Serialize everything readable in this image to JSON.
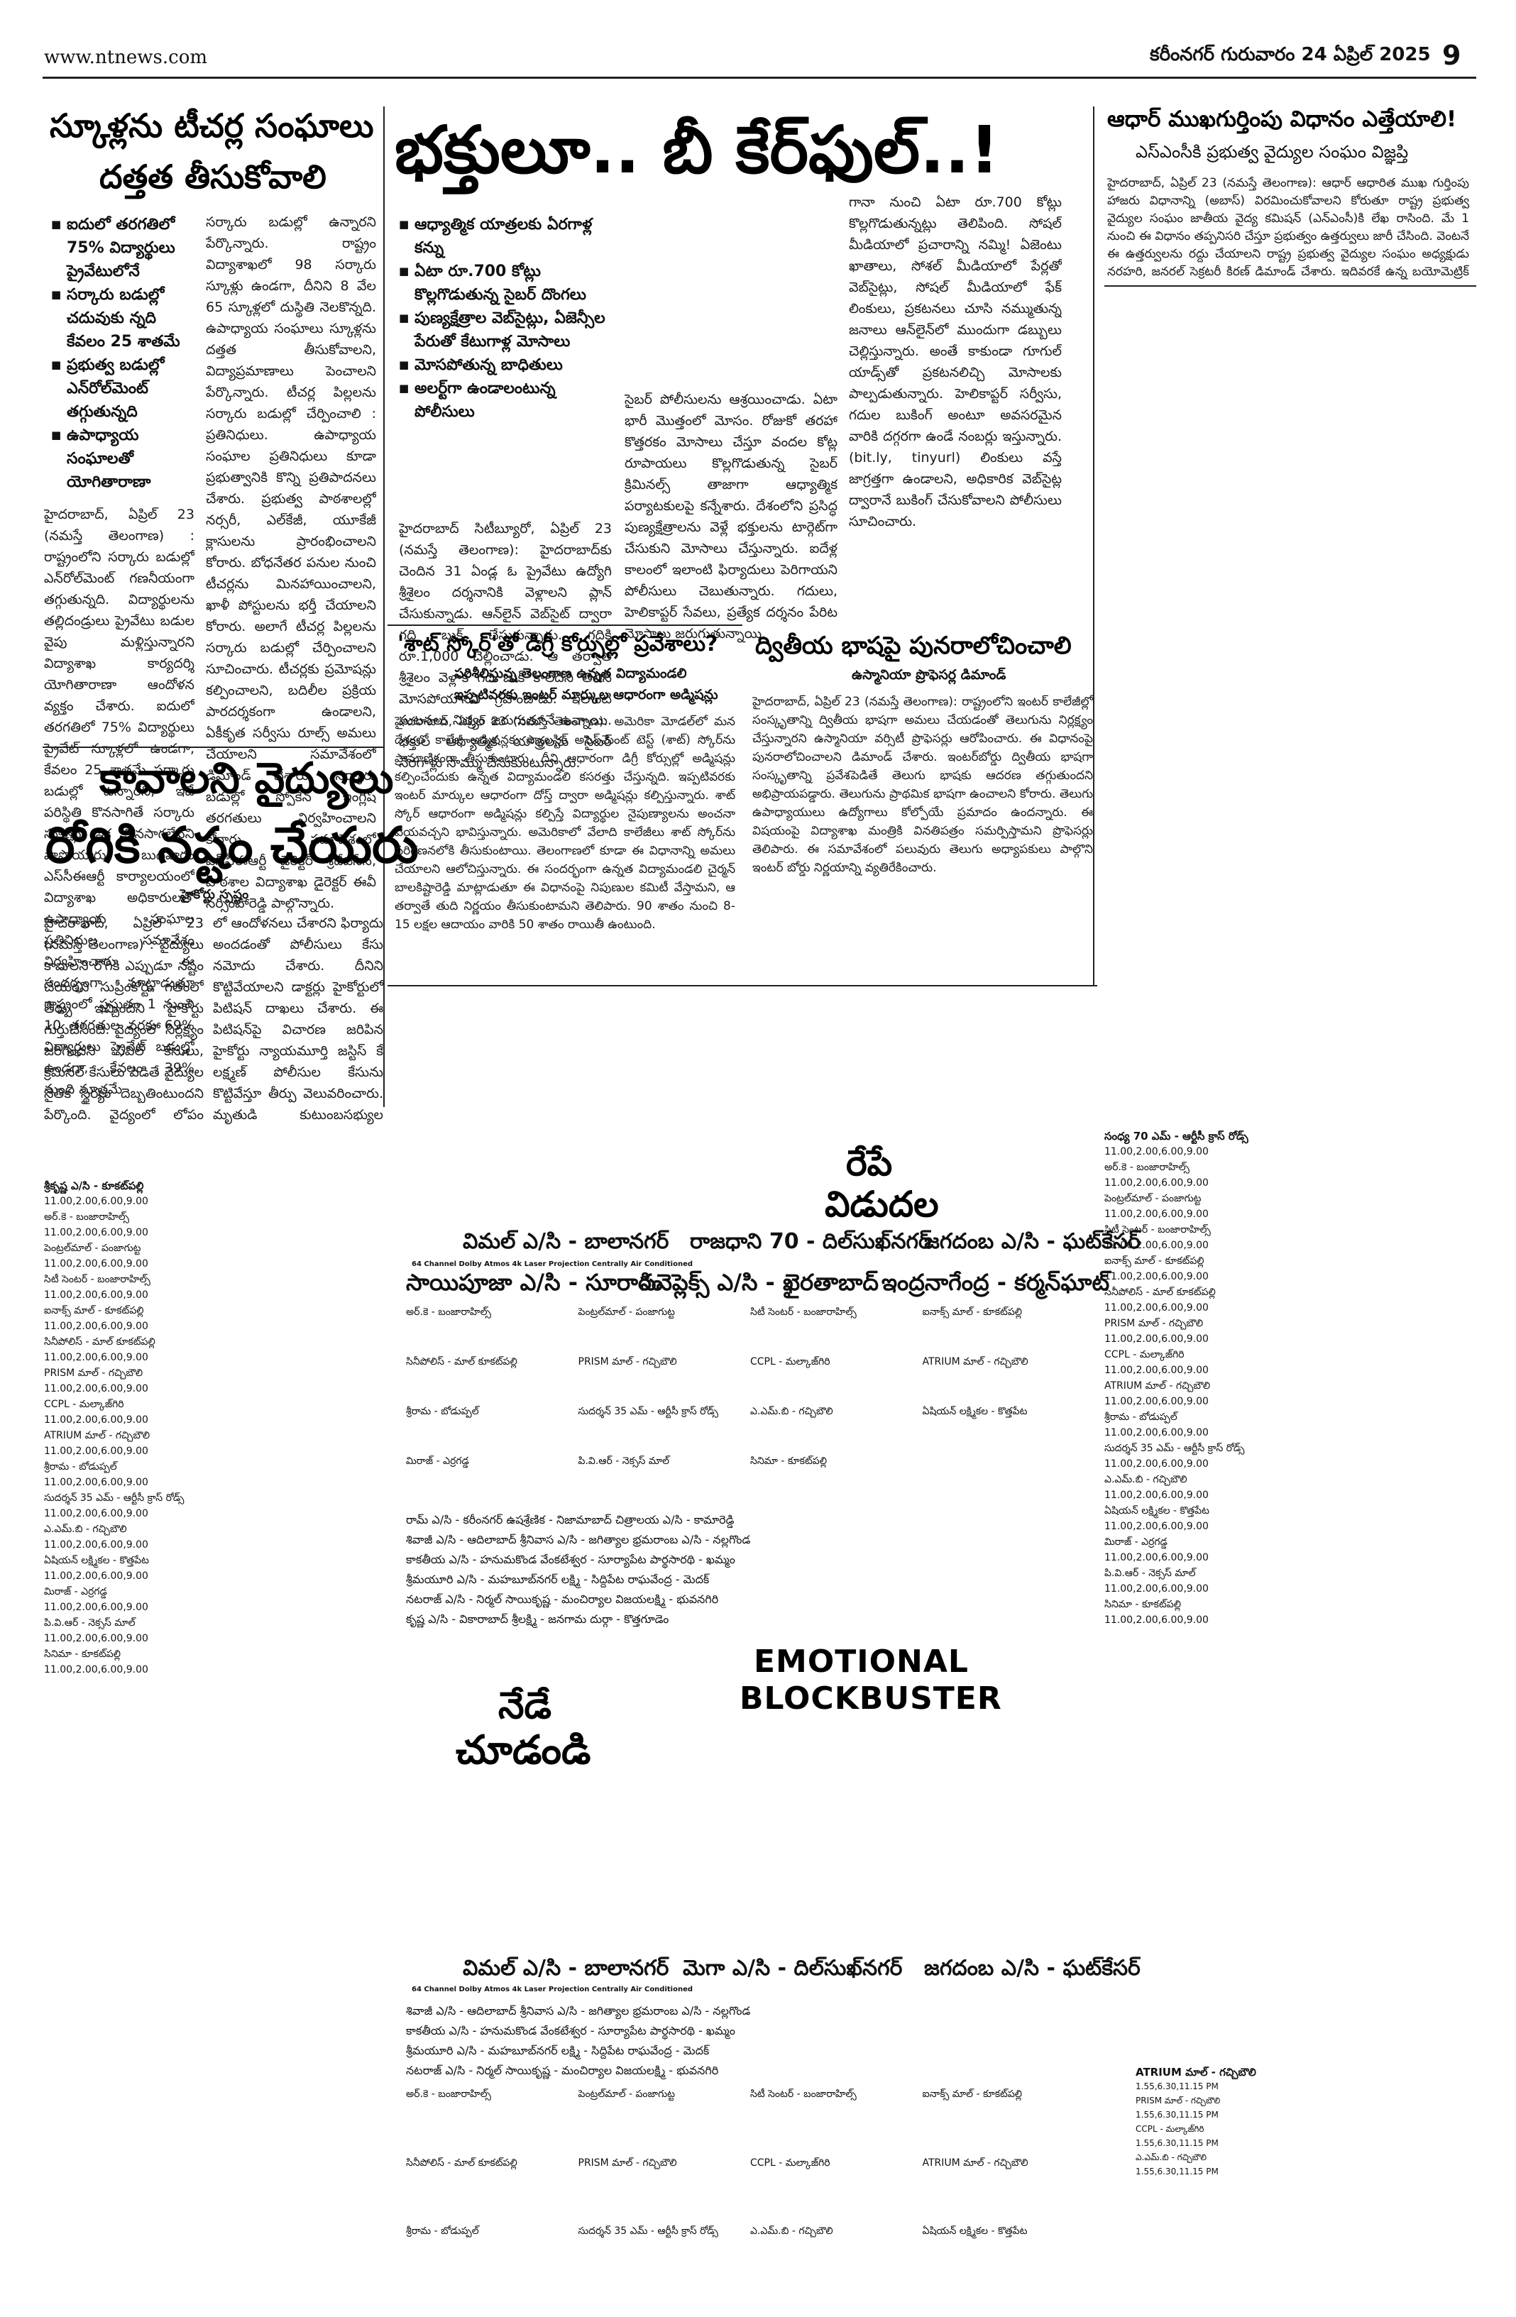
{
  "masthead": {
    "site": "www.ntnews.com",
    "dateline": "కరీంనగర్ గురువారం 24 ఏప్రిల్ 2025",
    "page_no": "9"
  },
  "story_schools": {
    "headline_1": "స్కూళ్లను టీచర్ల సంఘాలు",
    "headline_2": "దత్తత తీసుకోవాలి",
    "bullets": [
      "ఐదులో తరగతిలో 75% విద్యార్థులు ప్రైవేటులోనే",
      "సర్కారు బడుల్లో చదువుకు న్నది కేవలం 25 శాతమే",
      "ప్రభుత్వ బడుల్లో ఎన్‌రోల్‌మెంట్ తగ్గుతున్నది",
      "ఉపాధ్యాయ సంఘాలతో యోగితారాణా"
    ],
    "col1": "హైదరాబాద్, ఏప్రిల్ 23 (నమస్తే తెలంగాణ) : రాష్ట్రంలోని సర్కారు బడుల్లో ఎన్‌రోల్‌మెంట్ గణనీయంగా తగ్గుతున్నది. విద్యార్థులను తల్లిదండ్రులు ప్రైవేటు బడుల వైపు మళ్లిస్తున్నారని విద్యాశాఖ కార్యదర్శి యోగితారాణా ఆందోళన వ్యక్తం చేశారు. ఐదులో తరగతిలో 75% విద్యార్థులు ప్రైవేట్ స్కూళ్లలో ఉండగా, కేవలం 25 శాతమే సర్కారు బడుల్లో ఉన్నారని, ఇదే పరిస్థితి కొనసాగితే సర్కారు స్కూళ్లు ఇక కొనసాగలేవని వాపోయారు. బుధవారం ఎస్‌సీఈఆర్టీ కార్యాలయంలో విద్యాశాఖ అధికారులతో ఉపాధ్యాయ సంఘాల ప్రతినిధుల సమావేశం నిర్వహించారు. ఈ సందర్భంగా మాట్లాడుతూ రాష్ట్రంలో ప్రస్తుతం 1 నుంచి 10 తరగతుల వరకు 69% విద్యార్థులు ప్రైవేట్ బడుల్లో ఉండగా, కేవలం 39% మంది మాత్రమే",
    "col2": "సర్కారు బడుల్లో ఉన్నారని పేర్కొన్నారు. రాష్ట్రం విద్యాశాఖలో 98 సర్కారు స్కూళ్లు ఉండగా, దీనిని 8 వేల 65 స్కూళ్లలో దుస్థితి నెలకొన్నది. ఉపాధ్యాయ సంఘాలు స్కూళ్లను దత్తత తీసుకోవాలని, విద్యాప్రమాణాలు పెంచాలని పేర్కొన్నారు. టీచర్ల పిల్లలను సర్కారు బడుల్లో చేర్పించాలి : ప్రతినిధులు. ఉపాధ్యాయ సంఘాల ప్రతినిధులు కూడా ప్రభుత్వానికి కొన్ని ప్రతిపాదనలు చేశారు. ప్రభుత్వ పాఠశాలల్లో నర్సరీ, ఎల్‌కేజీ, యూకేజీ క్లాసులను ప్రారంభించాలని కోరారు. బోధనేతర పనుల నుంచి టీచర్లను మినహాయించాలని, ఖాళీ పోస్టులను భర్తీ చేయాలని కోరారు. అలాగే టీచర్ల పిల్లలను సర్కారు బడుల్లో చేర్పించాలని సూచించారు. టీచర్లకు ప్రమోషన్లు కల్పించాలని, బదిలీల ప్రక్రియ పారదర్శకంగా ఉండాలని, ఏకీకృత సర్వీసు రూల్స్ అమలు చేయాలని సమావేశంలో డిమాండ్ చేశారు. సర్కారు బడుల్లో స్పోకెన్ ఇంగ్లిష్ తరగతులు నిర్వహించాలని కోరారు. సమావేశంలో ఎస్‌సీఈఆర్టీ డైరెక్టర్ శ్రీదేవసేన, పాఠశాల విద్యాశాఖ డైరెక్టర్ ఈవీ నర్సింహారెడ్డి పాల్గొన్నారు."
  },
  "story_devotees": {
    "headline": "భక్తులూ.. బీ కేర్‌ఫుల్..!",
    "bullets": [
      "ఆధ్యాత్మిక యాత్రలకు ఏరగాళ్ల కన్ను",
      "ఏటా రూ.700 కోట్లు కొల్లగొడుతున్న సైబర్ దొంగలు",
      "పుణ్యక్షేత్రాల వెబ్‌సైట్లు, ఏజెన్సీల పేరుతో కేటుగాళ్ల మోసాలు",
      "మోసపోతున్న బాధితులు",
      "అలర్ట్‌గా ఉండాలంటున్న పోలీసులు"
    ],
    "col1": "హైదరాబాద్ సిటీబ్యూరో, ఏప్రిల్ 23 (నమస్తే తెలంగాణ): హైదరాబాద్‌కు చెందిన 31 ఏండ్ల ఓ ప్రైవేటు ఉద్యోగి శ్రీశైలం దర్శనానికి వెళ్లాలని ప్లాన్ చేసుకున్నాడు. ఆన్‌లైన్ వెబ్‌సైట్ ద్వారా గది బుక్ చేసుకున్నాడు. గదికి రూ.1,000 చెల్లించాడు. ఆ తర్వాత శ్రీశైలం వెళ్లాక గది బుక్ కాలేదని తెలిసి మోసపోయానని గ్రహించాడు. ఇలాంటి ఘటనలు నిత్యం జరుగుతూనే ఉన్నాయి. భక్తుల ఆధ్యాత్మిక యాత్రలను సైబర్ నేరగాళ్లు సొమ్ము చేసుకుంటున్నారు.",
    "col2": "సైబర్ పోలీసులను ఆశ్రయించాడు. ఏటా భారీ మొత్తంలో మోసం. రోజుకో తరహా కొత్తరకం మోసాలు చేస్తూ వందల కోట్ల రూపాయలు కొల్లగొడుతున్న సైబర్ క్రిమినల్స్ తాజాగా ఆధ్యాత్మిక పర్యాటకులపై కన్నేశారు. దేశంలోని ప్రసిద్ధ పుణ్యక్షేత్రాలను వెళ్లే భక్తులను టార్గెట్‌గా చేసుకుని మోసాలు చేస్తున్నారు. ఐదేళ్ల కాలంలో ఇలాంటి ఫిర్యాదులు పెరిగాయని పోలీసులు చెబుతున్నారు. గదులు, హెలికాప్టర్ సేవలు, ప్రత్యేక దర్శనం పేరిట మోసాలు జరుగుతున్నాయి.",
    "col3": "గానా నుంచి ఏటా రూ.700 కోట్లు కొల్లగొడుతున్నట్లు తెలిపింది. సోషల్ మీడియాలో ప్రచారాన్ని నమ్మి! ఏజెంటు ఖాతాలు, సోశల్ మీడియాలో పేర్లతో వెబ్‌సైట్లు, సోషల్ మీడియాలో ఫేక్ లింకులు, ప్రకటనలు చూసి నమ్ముతున్న జనాలు ఆన్‌లైన్‌లో ముందుగా డబ్బులు చెల్లిస్తున్నారు. అంతే కాకుండా గూగుల్ యాడ్స్‌తో ప్రకటనలిచ్చి మోసాలకు పాల్పడుతున్నారు. హెలికాప్టర్ సర్వీసు, గదుల బుకింగ్ అంటూ అవసరమైన వారికి దగ్గరగా ఉండే నంబర్లు ఇస్తున్నారు. (bit.ly, tinyurl) లింకులు వస్తే జాగ్రత్తగా ఉండాలని, అధికారిక వెబ్‌సైట్ల ద్వారానే బుకింగ్ చేసుకోవాలని పోలీసులు సూచించారు."
  },
  "story_aadhaar": {
    "headline": "ఆధార్ ముఖగుర్తింపు విధానం ఎత్తేయాలి!",
    "subhead": "ఎస్‌ఎంసీకి ప్రభుత్వ వైద్యుల సంఘం విజ్ఞప్తి",
    "body": "హైదరాబాద్, ఏప్రిల్ 23 (నమస్తే తెలంగాణ): ఆధార్ ఆధారిత ముఖ గుర్తింపు హాజరు విధానాన్ని (అబాస్) విరమించుకోవాలని కోరుతూ రాష్ట్ర ప్రభుత్వ వైద్యుల సంఘం జాతీయ వైద్య కమిషన్ (ఎన్‌ఎంసీ)కి లేఖ రాసింది. మే 1 నుంచి ఈ విధానం తప్పనిసరి చేస్తూ ప్రభుత్వం ఉత్తర్వులు జారీ చేసింది. వెంటనే ఈ ఉత్తర్వులను రద్దు చేయాలని రాష్ట్ర ప్రభుత్వ వైద్యుల సంఘం అధ్యక్షుడు నరహరి, జనరల్ సెక్రటరీ కిరణ్ డిమాండ్ చేశారు. ఇదివరకే ఉన్న బయోమెట్రిక్ విధానాన్నే కొనసాగించాలని కోరారు. ఈ విధానం వల్ల వైద్యులు ఇబ్బందులు పడతారని పేర్కొన్నారు."
  },
  "story_doctors": {
    "headline_1": "కావాలని వైద్యులు",
    "headline_2": "రోగికి నష్టం చేయరు",
    "byline": "హైకోర్టు స్పష్టం",
    "col1": "హైదరాబాద్, ఏప్రిల్ 23 (నమస్తే తెలంగాణ) : వైద్యులు కావాలని రోగికి ఎప్పుడూ నష్టం చేయరని సుప్రీంకోర్టు గతంలో తీర్పు ఇచ్చిందని హైకోర్టు గుర్తుచేసింది. వైద్యంలో నిర్లక్ష్యం జరిగిందని సివిల్ కేసులు, క్రిమినల్ కేసులు పెడితే వైద్యుల నైతిక స్థైర్యం దెబ్బతింటుందని పేర్కొంది. వైద్యంలో లోపం ఉందని నిర్ధారించేందుకు వైద్య నిపుణుల కమిటీ నివేదిక తప్పనిసరి అని స్పష్టం చేసింది. 2009 నవంబర్‌లో మరణించిన రోగి కేసులో",
    "col2": "లో ఆందోళనలు చేశారని ఫిర్యాదు అందడంతో పోలీసులు కేసు నమోదు చేశారు. దీనిని కొట్టివేయాలని డాక్టర్లు హైకోర్టులో పిటిషన్ దాఖలు చేశారు. ఈ పిటిషన్‌పై విచారణ జరిపిన హైకోర్టు న్యాయమూర్తి జస్టిస్ కే లక్ష్మణ్ పోలీసుల కేసును కొట్టివేస్తూ తీర్పు వెలువరించారు. మృతుడి కుటుంబసభ్యుల ఫిర్యాదు మేరకు నమోదు చేసిన కేసులో డాక్టర్ల తప్పు ఉన్నట్టు ఆధారాలు లేవని కోర్టు తేల్చింది. విచారణ జరిపిన కోర్టు పిటిషనర్లపై కేసును కొట్టివేస్తూ తీర్పు చెప్పింది."
  },
  "story_sat": {
    "headline": "'శాట్ స్కోర్'తో డిగ్రీ కోర్సుల్లో ప్రవేశాలు?",
    "subhead_1": "పరిశీలిస్తున్న తెలంగాణ ఉన్నత విద్యామండలి",
    "subhead_2": "ఇప్పటివరకు ఇంటర్ మార్కుల ఆధారంగా అడ్మిషన్లు",
    "body": "హైదరాబాద్, ఏప్రిల్ 23 (నమస్తే తెలంగాణ): అమెరికా మోడల్‌లో మన దేశంలో కాలేజీ అడ్మిషన్లకు స్కాలస్టిక్ అసెస్‌మెంట్ టెస్ట్ (శాట్) స్కోర్‌ను ప్రామాణికంగా తీసుకుంటారు. దీని ఆధారంగా డిగ్రీ కోర్సుల్లో అడ్మిషన్లు కల్పించేందుకు ఉన్నత విద్యామండలి కసరత్తు చేస్తున్నది. ఇప్పటివరకు ఇంటర్ మార్కుల ఆధారంగా దోస్త్ ద్వారా అడ్మిషన్లు కల్పిస్తున్నారు. శాట్ స్కోర్ ఆధారంగా అడ్మిషన్లు కల్పిస్తే విద్యార్థుల నైపుణ్యాలను అంచనా వేయవచ్చని భావిస్తున్నారు. అమెరికాలో వేలాది కాలేజీలు శాట్ స్కోర్‌ను పరిగణనలోకి తీసుకుంటాయి. తెలంగాణలో కూడా ఈ విధానాన్ని అమలు చేయాలని ఆలోచిస్తున్నారు. ఈ సందర్భంగా ఉన్నత విద్యామండలి చైర్మన్ బాలకిష్టారెడ్డి మాట్లాడుతూ ఈ విధానంపై నిపుణుల కమిటీ వేస్తామని, ఆ తర్వాతే తుది నిర్ణయం తీసుకుంటామని తెలిపారు. 90 శాతం నుంచి 8-15 లక్షల ఆదాయం వారికి 50 శాతం రాయితీ ఉంటుంది."
  },
  "story_language": {
    "headline": "ద్వితీయ భాషపై పునరాలోచించాలి",
    "subhead": "ఉస్మానియా ప్రొఫెసర్ల డిమాండ్",
    "body": "హైదరాబాద్, ఏప్రిల్ 23 (నమస్తే తెలంగాణ): రాష్ట్రంలోని ఇంటర్ కాలేజీల్లో సంస్కృతాన్ని ద్వితీయ భాషగా అమలు చేయడంతో తెలుగును నిర్లక్ష్యం చేస్తున్నారని ఉస్మానియా వర్సిటీ ప్రొఫెసర్లు ఆరోపించారు. ఈ విధానంపై పునరాలోచించాలని డిమాండ్ చేశారు. ఇంటర్‌బోర్డు ద్వితీయ భాషగా సంస్కృతాన్ని ప్రవేశపెడితే తెలుగు భాషకు ఆదరణ తగ్గుతుందని అభిప్రాయపడ్డారు. తెలుగును ప్రాథమిక భాషగా ఉంచాలని కోరారు. తెలుగు ఉపాధ్యాయులు ఉద్యోగాలు కోల్పోయే ప్రమాదం ఉందన్నారు. ఈ విషయంపై విద్యాశాఖ మంత్రికి వినతిపత్రం సమర్పిస్తామని ప్రొఫెసర్లు తెలిపారు. ఈ సమావేశంలో పలువురు తెలుగు అధ్యాపకులు పాల్గొని ఇంటర్ బోర్డు నిర్ణయాన్ని వ్యతిరేకించారు."
  },
  "ads": {
    "tomorrow_1": "రేపే",
    "tomorrow_2": "విడుదల",
    "today_1": "నేడే",
    "today_2": "చూడండి",
    "blockbuster_1": "EMOTIONAL",
    "blockbuster_2": "BLOCKBUSTER",
    "tagline": "64 Channel Dolby Atmos 4k Laser Projection Centrally Air Conditioned",
    "theatres_top": [
      "విమల్ ఎ/సి - బాలానగర్",
      "రాజధాని 70 - దిల్‌సుఖ్‌నగర్",
      "జగదంబ ఎ/సి - ఘట్‌కేసర్"
    ],
    "theatres_top_2": [
      "సాయిపూజా ఎ/సి - సూరారం",
      "సినెప్లెక్స్ ఎ/సి - ఖైరతాబాద్",
      "ఇంద్రనాగేంద్ర - కర్మన్‌ఘాట్"
    ],
    "theatres_bottom": [
      "విమల్ ఎ/సి - బాలానగర్",
      "మెగా ఎ/సి - దిల్‌సుఖ్‌నగర్",
      "జగదంబ ఎ/సి - ఘట్‌కేసర్"
    ],
    "venue_lines": [
      "అర్.కె - బంజారాహిల్స్",
      "పెంట్రల్‌మాల్ - పంజాగుట్ట",
      "సిటీ సెంటర్ - బంజారాహిల్స్",
      "ఐనాక్స్ మాల్ - కూకట్‌పల్లి",
      "సినీపోలిస్ - మాల్ కూకట్‌పల్లి",
      "PRISM మాల్ - గచ్చిబౌలి",
      "CCPL - మల్కాజ్‌గిరి",
      "ATRIUM మాల్ - గచ్చిబౌలి",
      "శ్రీరామ - బోడుప్పల్",
      "సుదర్శన్ 35 ఎమ్ - ఆర్టీసీ క్రాస్ రోడ్స్",
      "ఎ.ఎమ్.బి - గచ్చిబౌలి",
      "ఏషియన్ లక్ష్మికల - కొత్తపేట",
      "మిరాజ్ - ఎర్రగడ్డ",
      "పి.వి.ఆర్ - నెక్సస్ మాల్",
      "సినిమా - కూకట్‌పల్లి"
    ],
    "crowd_lines": [
      "రామ్ ఎ/సి - కరీంనగర్   ఉషశ్రేణిక - నిజామాబాద్   చిత్రాలయ ఎ/సి - కామారెడ్డి",
      "శివాజీ ఎ/సి - ఆదిలాబాద్   శ్రీనివాస ఎ/సి - జగిత్యాల   భ్రమరాంబ ఎ/సి - నల్లగొండ",
      "కాకతీయ ఎ/సి - హనుమకొండ   వేంకటేశ్వర - సూర్యాపేట   పార్థసారథి - ఖమ్మం",
      "శ్రీమయూరి ఎ/సి - మహబూబ్‌నగర్   లక్ష్మి - సిద్దిపేట   రాఘవేంద్ర - మెదక్",
      "నటరాజ్ ఎ/సి - నిర్మల్   సాయికృష్ణ - మంచిర్యాల   విజయలక్ష్మి - భువనగిరి",
      "కృష్ణ ఎ/సి - వికారాబాద్   శ్రీలక్ష్మి - జనగామ   దుర్గా - కొత్తగూడెం"
    ],
    "right_listing_head": "సంధ్య 70 ఎమ్ - ఆర్టీసీ క్రాస్ రోడ్స్",
    "right_listing_times": "11.00,2.00,6.00,9.00",
    "left_listing_head": "శ్రీకృష్ణ ఎ/సి - కూకట్‌పల్లి",
    "left_listing_times": "11.00,2.00,6.00,9.00",
    "bottom_right_head": "ATRIUM మాల్ - గచ్చిబౌలి",
    "bottom_right_times": "1.55,6.30,11.15 PM"
  },
  "colors": {
    "ink": "#111111",
    "rule": "#222222",
    "paper": "#ffffff"
  }
}
